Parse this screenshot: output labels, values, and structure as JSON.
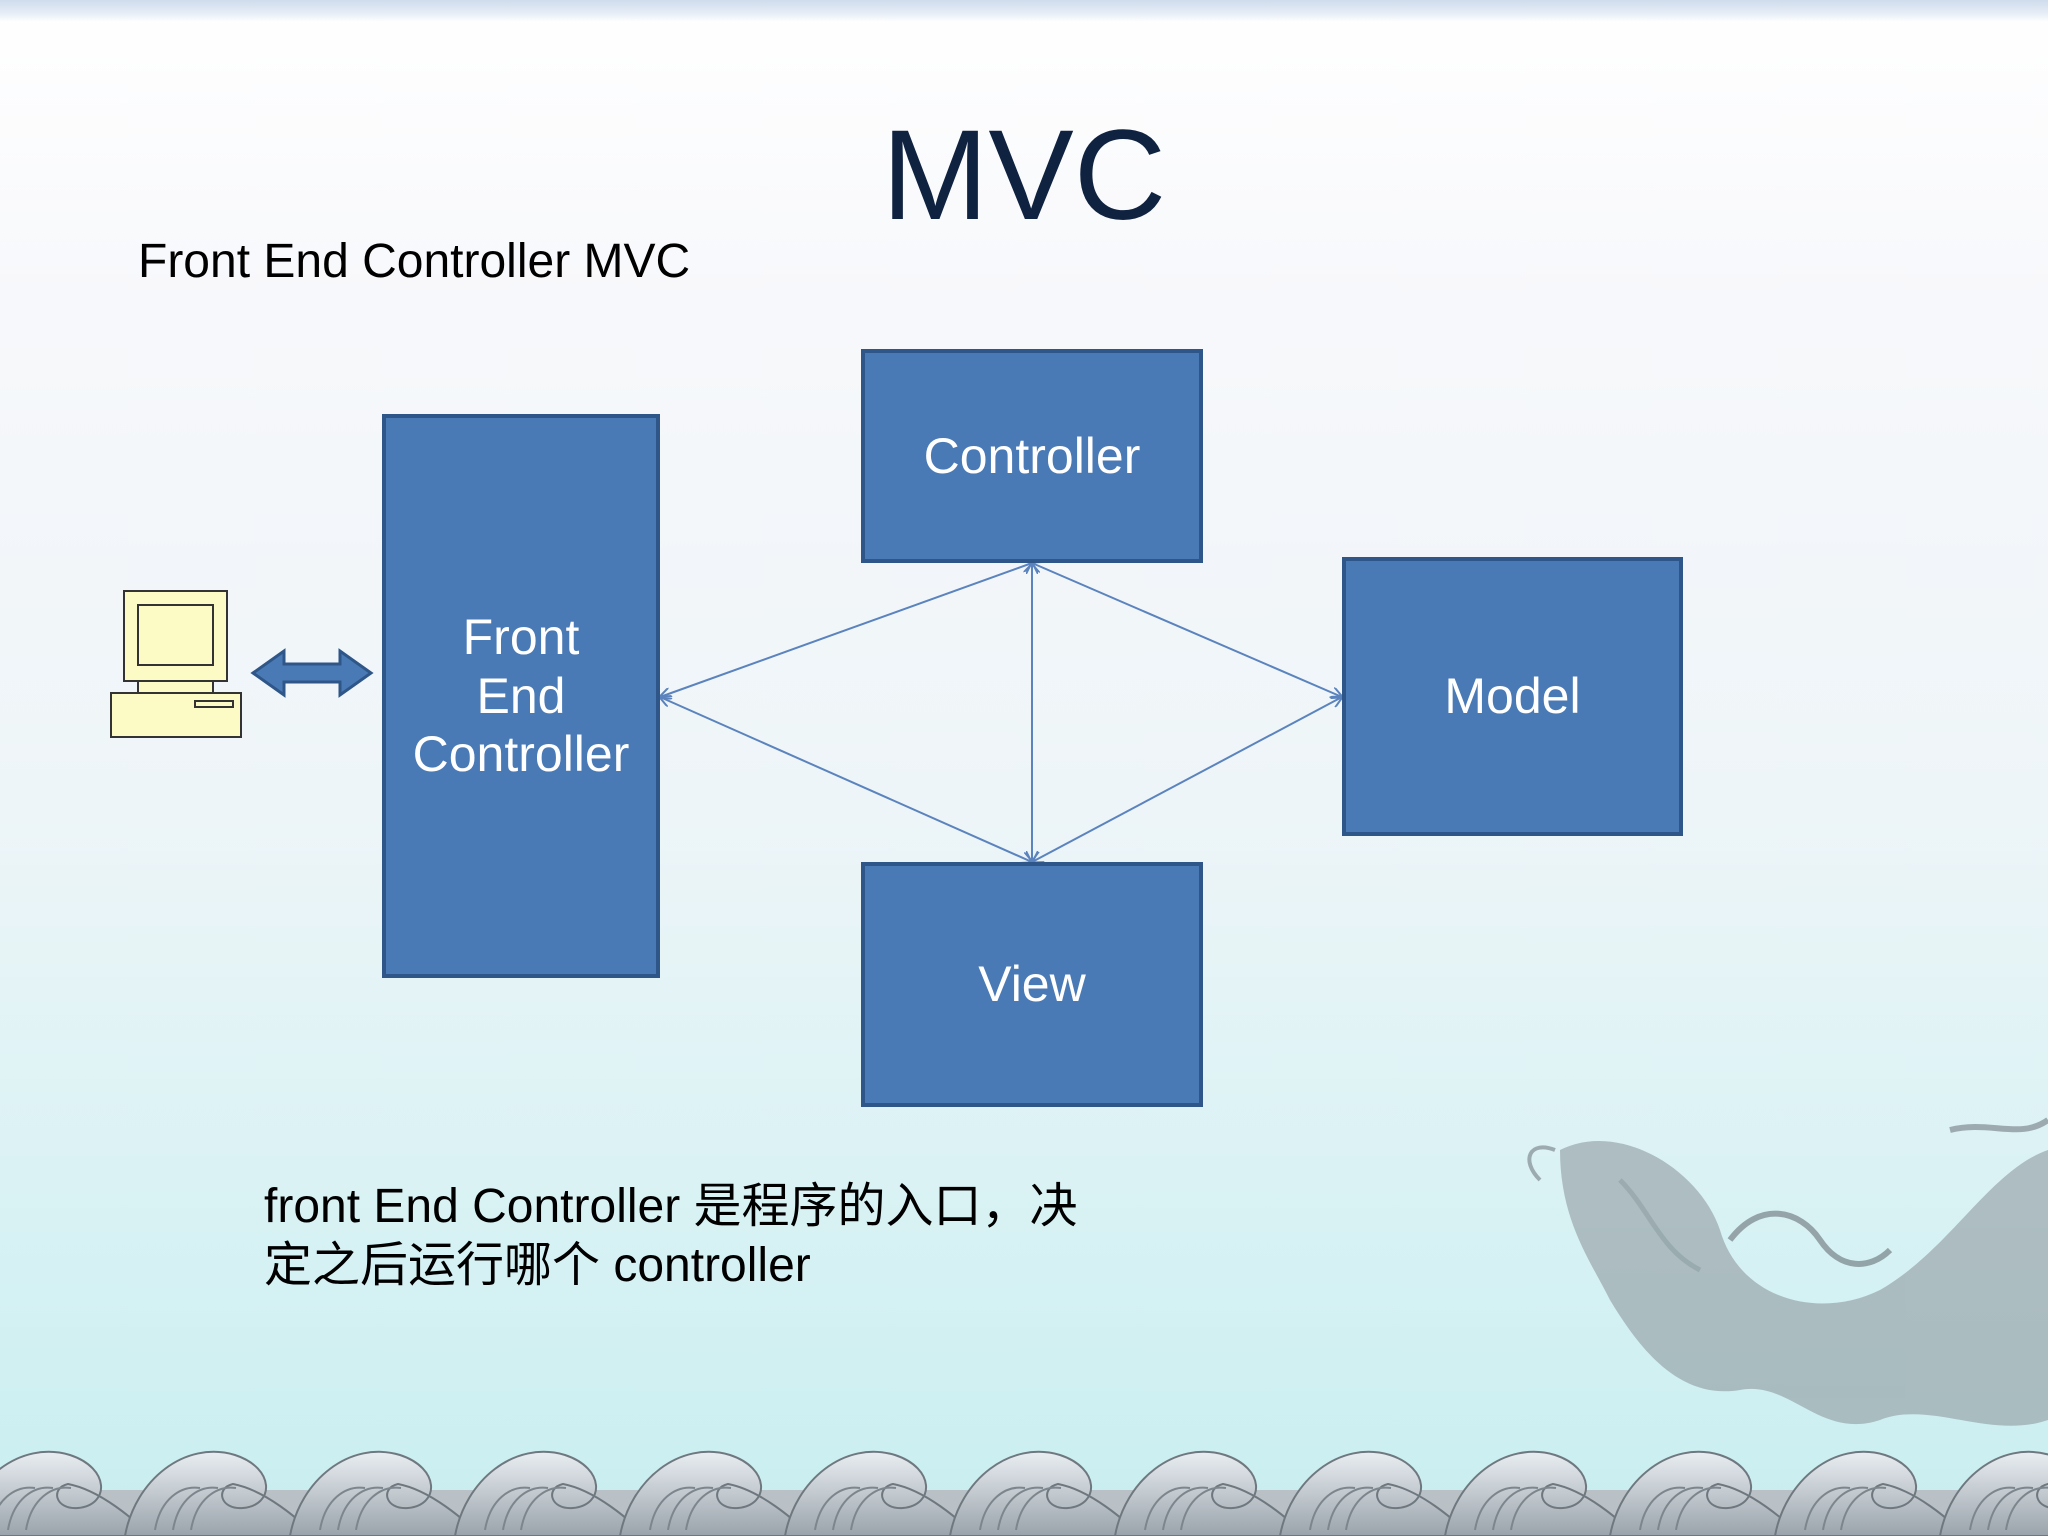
{
  "slide": {
    "title": "MVC",
    "subtitle": "Front End Controller MVC",
    "note_lines": [
      "front End Controller 是程序的入口，决",
      "定之后运行哪个 controller"
    ]
  },
  "diagram": {
    "nodes": {
      "front_end_controller": [
        "Front",
        "End",
        "Controller"
      ],
      "controller": "Controller",
      "model": "Model",
      "view": "View"
    },
    "colors": {
      "box_fill": "#4a7ab5",
      "box_border": "#2f5688",
      "arrow": "#5b83bd",
      "computer_fill": "#fdfbc5"
    },
    "icons": {
      "client": "computer-icon",
      "link": "double-arrow-icon"
    }
  }
}
